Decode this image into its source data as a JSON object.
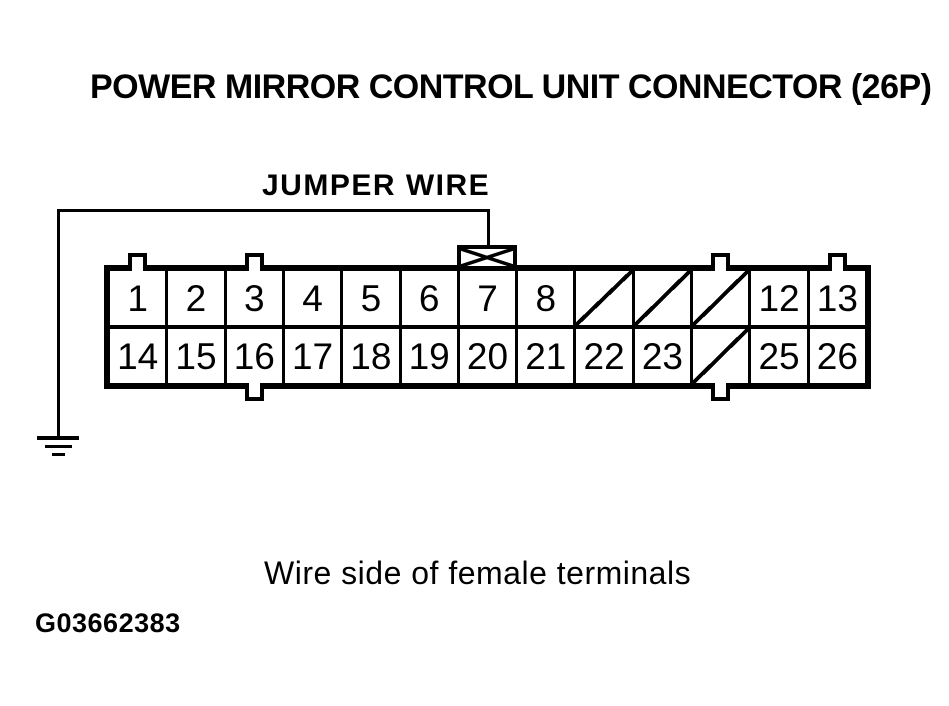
{
  "title": "POWER MIRROR CONTROL UNIT CONNECTOR (26P)",
  "jumper_label": "JUMPER WIRE",
  "caption": "Wire side of female terminals",
  "figure_id": "G03662383",
  "colors": {
    "ink": "#000000",
    "paper": "#ffffff"
  },
  "connector": {
    "type": "26P",
    "jumper_pin": "7",
    "grounded": true,
    "rows": [
      {
        "cells": [
          {
            "pin": "1"
          },
          {
            "pin": "2"
          },
          {
            "pin": "3"
          },
          {
            "pin": "4"
          },
          {
            "pin": "5"
          },
          {
            "pin": "6"
          },
          {
            "pin": "7"
          },
          {
            "pin": "8"
          },
          {
            "blocked": true
          },
          {
            "blocked": true
          },
          {
            "blocked": true
          },
          {
            "pin": "12"
          },
          {
            "pin": "13"
          }
        ]
      },
      {
        "cells": [
          {
            "pin": "14"
          },
          {
            "pin": "15"
          },
          {
            "pin": "16"
          },
          {
            "pin": "17"
          },
          {
            "pin": "18"
          },
          {
            "pin": "19"
          },
          {
            "pin": "20"
          },
          {
            "pin": "21"
          },
          {
            "pin": "22"
          },
          {
            "pin": "23"
          },
          {
            "blocked": true
          },
          {
            "pin": "25"
          },
          {
            "pin": "26"
          }
        ]
      }
    ],
    "top_tab_columns": [
      0,
      2,
      10,
      12
    ],
    "bottom_tab_columns": [
      2,
      10
    ]
  }
}
